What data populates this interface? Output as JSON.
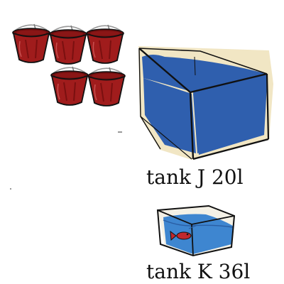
{
  "labels": {
    "tank_j": "tank J 20l",
    "tank_k": "tank K 36l"
  },
  "buckets": {
    "count": 5
  },
  "colors": {
    "bucket_red": "#a01c1c",
    "bucket_dark": "#6d0f0f",
    "water_blue": "#2f5fae",
    "water_light_blue": "#3e86d0",
    "tank_cream": "#f1e6c4",
    "outline": "#111111",
    "fish_red": "#c0282d"
  },
  "icons": [
    "bucket-icon",
    "fish-icon"
  ]
}
